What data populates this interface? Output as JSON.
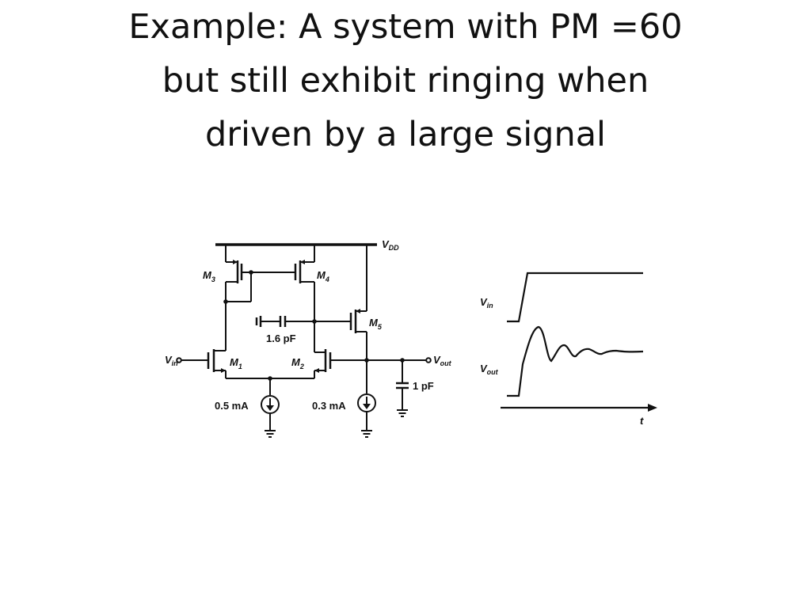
{
  "slide": {
    "title_lines": [
      "Example: A system with PM =60",
      "but still exhibit ringing when",
      "driven by a  large signal"
    ]
  },
  "circuit": {
    "vdd": {
      "main": "V",
      "sub": "DD"
    },
    "m1": {
      "main": "M",
      "sub": "1"
    },
    "m2": {
      "main": "M",
      "sub": "2"
    },
    "m3": {
      "main": "M",
      "sub": "3"
    },
    "m4": {
      "main": "M",
      "sub": "4"
    },
    "m5": {
      "main": "M",
      "sub": "5"
    },
    "vin": {
      "main": "V",
      "sub": "in"
    },
    "vout": {
      "main": "V",
      "sub": "out"
    },
    "cc": "1.6 pF",
    "cl": "1 pF",
    "i_tail": "0.5 mA",
    "i_out": "0.3 mA"
  },
  "waveform": {
    "vin": {
      "main": "V",
      "sub": "in"
    },
    "vout": {
      "main": "V",
      "sub": "out"
    },
    "t_axis": "t"
  },
  "colors": {
    "ink": "#111111",
    "background": "#ffffff"
  }
}
